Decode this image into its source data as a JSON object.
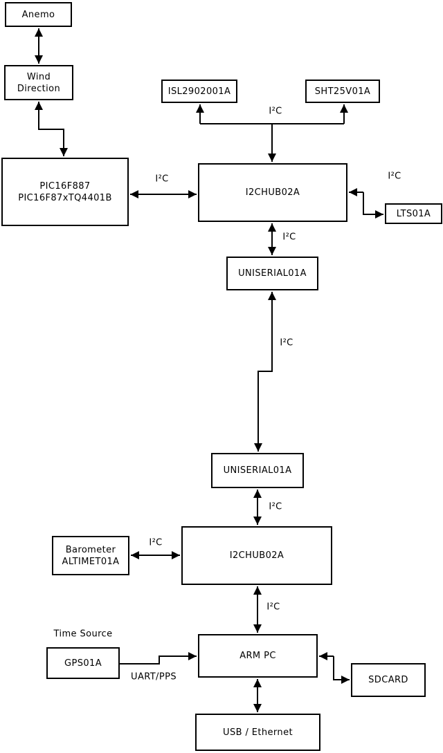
{
  "diagram": {
    "nodes": [
      {
        "id": "anemo",
        "label": "Anemo"
      },
      {
        "id": "wind",
        "label": "Wind\nDirection"
      },
      {
        "id": "pic",
        "label": "PIC16F887\nPIC16F87xTQ4401B"
      },
      {
        "id": "isl",
        "label": "ISL2902001A"
      },
      {
        "id": "sht",
        "label": "SHT25V01A"
      },
      {
        "id": "hub1",
        "label": "I2CHUB02A"
      },
      {
        "id": "lts",
        "label": "LTS01A"
      },
      {
        "id": "uniserial1",
        "label": "UNISERIAL01A"
      },
      {
        "id": "uniserial2",
        "label": "UNISERIAL01A"
      },
      {
        "id": "hub2",
        "label": "I2CHUB02A"
      },
      {
        "id": "barometer",
        "label": "Barometer\nALTIMET01A"
      },
      {
        "id": "gps",
        "label": "GPS01A"
      },
      {
        "id": "armpc",
        "label": "ARM PC"
      },
      {
        "id": "sdcard",
        "label": "SDCARD"
      },
      {
        "id": "usb",
        "label": "USB / Ethernet"
      }
    ],
    "edge_labels": [
      {
        "id": "i2c-top-bus",
        "text": "I²C"
      },
      {
        "id": "i2c-pic-hub1",
        "text": "I²C"
      },
      {
        "id": "i2c-hub1-lts",
        "text": "I²C"
      },
      {
        "id": "i2c-hub1-userial1",
        "text": "I²C"
      },
      {
        "id": "i2c-long-link",
        "text": "I²C"
      },
      {
        "id": "i2c-userial2-hub2",
        "text": "I²C"
      },
      {
        "id": "i2c-baro-hub2",
        "text": "I²C"
      },
      {
        "id": "i2c-hub2-armpc",
        "text": "I²C"
      },
      {
        "id": "time-source",
        "text": "Time Source"
      },
      {
        "id": "uart-pps",
        "text": "UART/PPS"
      }
    ],
    "colors": {
      "line": "#000000",
      "box_fill": "#ffffff",
      "background": "#ffffff",
      "text": "#000000"
    }
  }
}
